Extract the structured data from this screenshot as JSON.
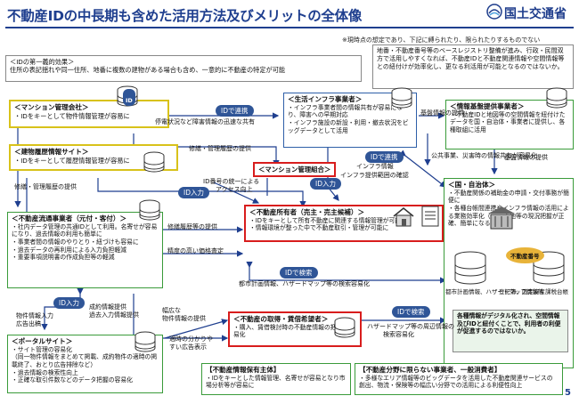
{
  "title": "不動産IDの中長期も含めた活用方法及びメリットの全体像",
  "ministry": "国土交通省",
  "note": "※現時点の想定であり、下記に縛られたり、限られたりするものでない",
  "first_effect": {
    "heading": "＜IDの第一義的効果＞",
    "body": "住所の表記揺れや同一住所、地番に複数の建物がある場合も含め、一意的に不動産の特定が可能"
  },
  "base_registry": "地番・不動産番号等のベースレジストリ整備が進み、行政・民間双方で活用しやすくなれば、不動産IDと不動産関連情報や空間情報等との紐付けが効率化し、更なる利活用が可能となるのではないか。",
  "boxes": {
    "mansion_company": {
      "title": "＜マンション管理会社＞",
      "lines": [
        "・IDをキーとして物件情報管理が容易に"
      ]
    },
    "building_history": {
      "title": "＜建物履歴情報サイト＞",
      "lines": [
        "・IDをキーとして履歴情報管理が容易に"
      ]
    },
    "distribution": {
      "title": "＜不動産流通事業者（元付・客付）＞",
      "lines": [
        "・社内データ管理の共通IDとして利用。名寄せが容易になり、過去情報の利用も簡単に",
        "・事業者間の情報のやりとり・紐づけも容易に",
        "・過去データの再利用による入力負担軽減",
        "・重要事項説明書の作成負担等の軽減"
      ]
    },
    "portal": {
      "title": "＜ポータルサイト＞",
      "lines": [
        "・サイト管理の容易化",
        "（同一物件情報をまとめて掲載、成約物件の適時の掲載終了、おとり広告排除など）",
        "・過去情報の検索性向上",
        "・正確な取引件数などのデータ把握の容易化"
      ]
    },
    "infra": {
      "title": "＜生活インフラ事業者＞",
      "lines": [
        "・インフラ事業者間の情報共有が容易になり、障害への早期対応",
        "・インフラ施設の新設・利用・撤去状況をビッグデータとして活用"
      ]
    },
    "spatial_provider": {
      "title": "＜情報基盤提供事業者＞",
      "lines": [
        "・不動産IDと地図等の空間情報を紐付けたデータを国・自治体・事業者に提供し、各種取組に活用"
      ]
    },
    "government": {
      "title": "＜国・自治体＞",
      "lines": [
        "・不動産関係の補助金の申請・交付事務が簡便に",
        "・各種台帳間連携やインフラ情報の活用による業務効率化（ex：土地等の現況把握が正確、簡単になる）"
      ]
    },
    "owner": {
      "title": "＜不動産所有者（売主・売主候補）＞",
      "lines": [
        "・IDをキーとして所有不動産に関連する情報管理が可能に",
        "・情報環境が整った中で不動産取引・管理が可能に"
      ]
    },
    "buyer": {
      "title": "＜不動産の取得・賃借希望者＞",
      "lines": [
        "・購入、賃借検討時の不動産情報の把握の容易化"
      ]
    },
    "holder": {
      "title": "【不動産情報保有主体】",
      "lines": [
        "・IDをキーとした情報管理、名寄せが容易となり市場分析等が容易に"
      ]
    },
    "general": {
      "title": "【不動産分野に限らない事業者、一般消費者】",
      "lines": [
        "・多様なエリア情報等のビッグデータを活用した不動産関連サービスの創出、物流・保険等の幅広い分野での活用による利便性向上"
      ]
    }
  },
  "registry_note": "各種情報がデジタル化され、空間情報及びIDと紐付くことで、利用者の利便が促進するのではないか。",
  "highlights": {
    "mansion_union": "＜マンション管理組合＞"
  },
  "pills": {
    "renkei1": "IDで連携",
    "renkei2": "IDで連携",
    "id_input1": "ID入力",
    "id_input2": "ID入力",
    "id_input3": "ID入力",
    "id_search1": "IDで検索",
    "id_search2": "IDで検索"
  },
  "labels": {
    "stop_info": "停電状況など障害情報の迅速な共有",
    "repair_mgmt": "修繕・管理履歴の提供",
    "id_unify": "ID番号の統一による",
    "access_up": "アクセス向上",
    "repair_hist": "修繕・管理履歴の提供",
    "repair_hist2": "修繕履歴等の提供",
    "precise_price": "精度の高い価格査定",
    "infra_range": "インフラ提供範囲の確認",
    "infra_info": "インフラ情報",
    "basic_info": "基盤情報の提供",
    "basic_info2": "基盤情報の提供",
    "public_info": "公共事業、災害時の情報共有が容易化",
    "urban_plan": "都市計画情報、ハザードマップ等の検索容易化",
    "property_input": "物件情報入力",
    "ad_cost": "広告出稿",
    "contract_info": "成約情報提供",
    "past_input": "過去入力情報提供",
    "wide_info": "幅広な",
    "wide_info2": "物件情報の提供",
    "timely": "適時の分かりや",
    "timely2": "すい広告表示",
    "hazard": "ハザードマップ等の周辺情報の",
    "hazard2": "検索容易化",
    "city_plan_db": "都市計画情報、ハザードマップ情報等",
    "registry_db": "登記簿、固定資産課税台帳",
    "id_badge": "ID",
    "fudosan_bango": "不動産番号",
    "page": "5"
  }
}
